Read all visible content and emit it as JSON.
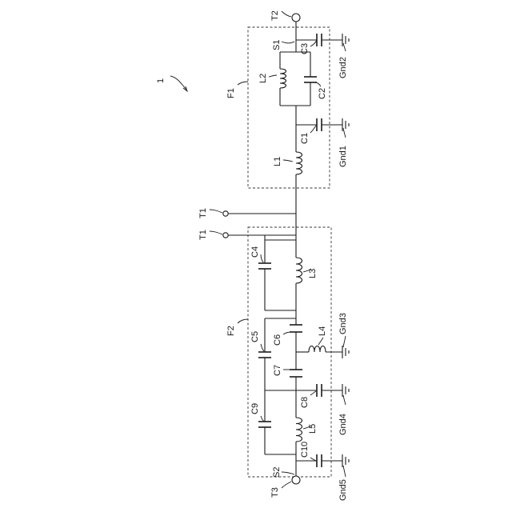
{
  "figure_ref": "1",
  "filters": {
    "f1": "F1",
    "f2": "F2"
  },
  "terminals": {
    "t1_upper": "T1",
    "t1_lower": "T1",
    "t2": "T2",
    "t3": "T3"
  },
  "nodes": {
    "s1": "S1",
    "s2": "S2"
  },
  "capacitors": {
    "c1": "C1",
    "c2": "C2",
    "c3": "C3",
    "c4": "C4",
    "c5": "C5",
    "c6": "C6",
    "c7": "C7",
    "c8": "C8",
    "c9": "C9",
    "c10": "C10"
  },
  "inductors": {
    "l1": "L1",
    "l2": "L2",
    "l3": "L3",
    "l4": "L4",
    "l5": "L5"
  },
  "grounds": {
    "gnd1": "Gnd1",
    "gnd2": "Gnd2",
    "gnd3": "Gnd3",
    "gnd4": "Gnd4",
    "gnd5": "Gnd5"
  }
}
